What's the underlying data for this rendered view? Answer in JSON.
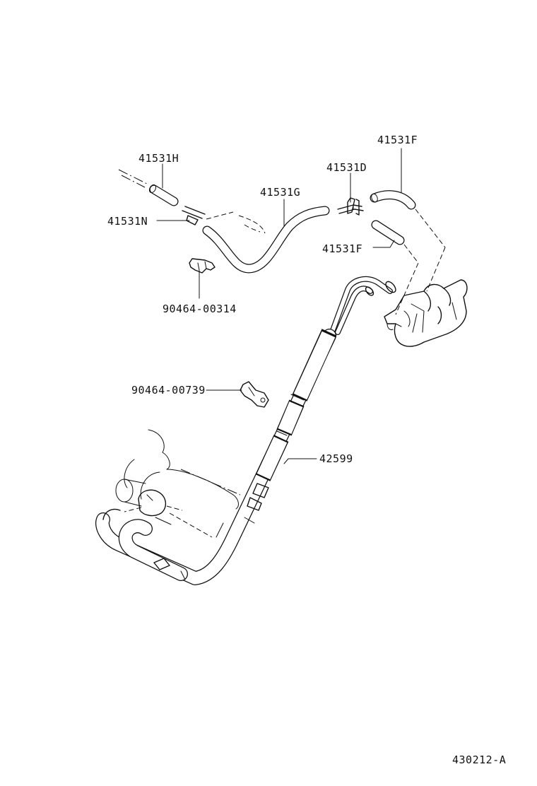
{
  "diagram": {
    "part_labels": {
      "p_41531H": "41531H",
      "p_41531N": "41531N",
      "p_41531G": "41531G",
      "p_41531D": "41531D",
      "p_41531F_top": "41531F",
      "p_41531F_mid": "41531F",
      "p_90464_00314": "90464-00314",
      "p_90464_00739": "90464-00739",
      "p_42599": "42599"
    },
    "drawing_code": "430212-A"
  }
}
